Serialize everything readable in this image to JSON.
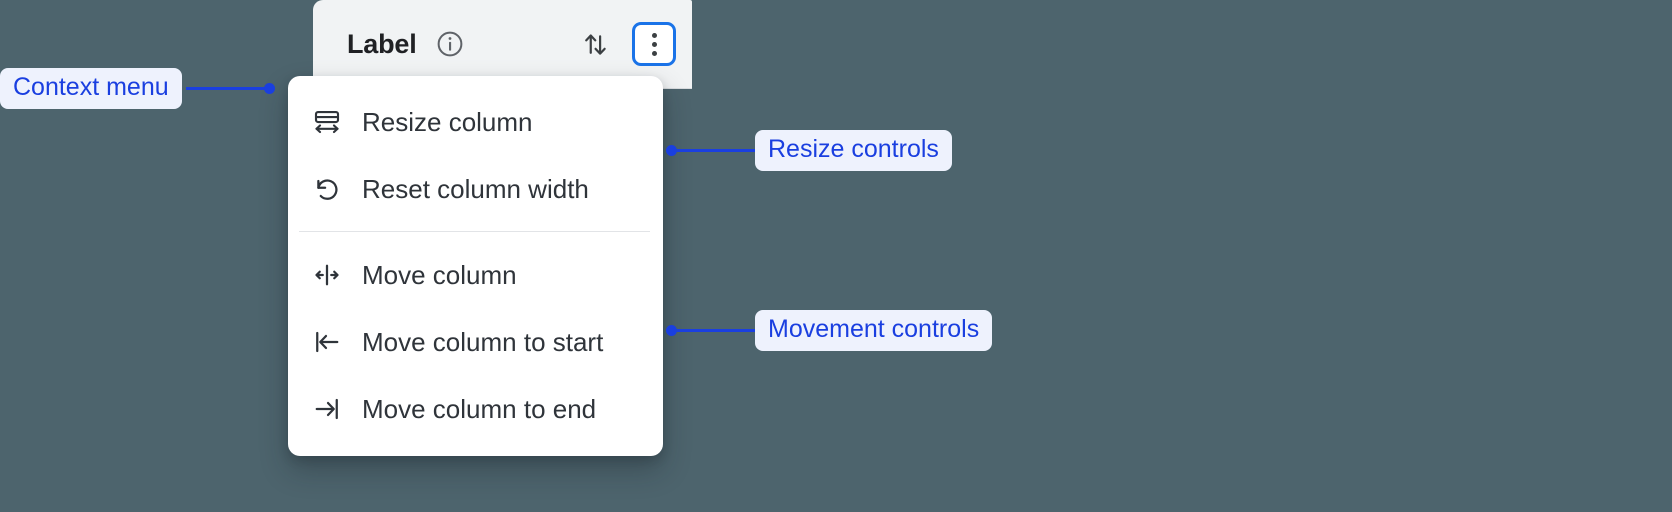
{
  "colors": {
    "background": "#4d646d",
    "accent_blue": "#1a73e8",
    "annotation_blue": "#1a3fe0",
    "annotation_pill_bg": "#eef2fd",
    "header_bg": "#f1f3f4",
    "menu_bg": "#ffffff",
    "text_dark": "#2f343a"
  },
  "column_header": {
    "title": "Label",
    "info_icon": "info-circle-icon",
    "sort_icon": "sort-up-down-icon",
    "menu_button_icon": "more-vertical-icon"
  },
  "context_menu": {
    "groups": [
      {
        "name": "resize",
        "items": [
          {
            "label": "Resize column",
            "icon": "resize-column-icon"
          },
          {
            "label": "Reset column width",
            "icon": "undo-rotate-icon"
          }
        ]
      },
      {
        "name": "movement",
        "items": [
          {
            "label": "Move column",
            "icon": "move-column-icon"
          },
          {
            "label": "Move column to start",
            "icon": "move-to-start-icon"
          },
          {
            "label": "Move column to end",
            "icon": "move-to-end-icon"
          }
        ]
      }
    ]
  },
  "annotations": [
    {
      "label": "Context menu",
      "side": "left"
    },
    {
      "label": "Resize controls",
      "side": "right"
    },
    {
      "label": "Movement controls",
      "side": "right"
    }
  ]
}
